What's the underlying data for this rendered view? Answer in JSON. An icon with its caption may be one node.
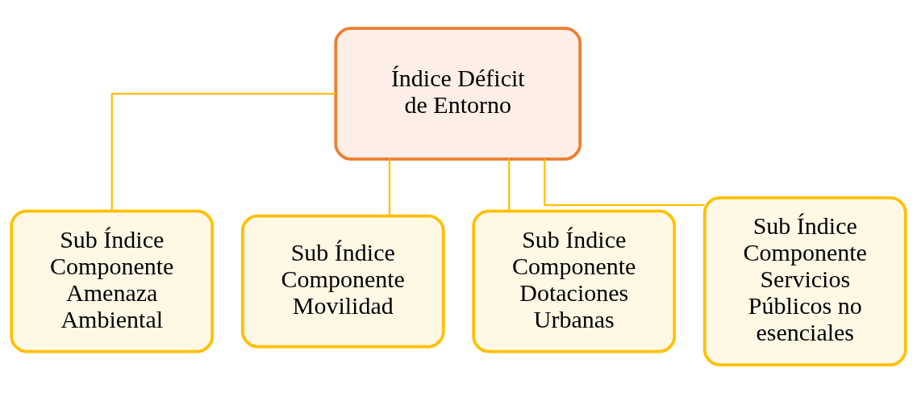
{
  "diagram": {
    "nodes": [
      {
        "text": [
          "Índice Déficit de Entorno"
        ]
      },
      {
        "text": [
          "Sub Índice Componente Amenaza Ambiental"
        ]
      },
      {
        "text": [
          "Sub Índice Componente Movilidad"
        ]
      },
      {
        "text": [
          "Sub Índice Componente Dotaciones Urbanas"
        ]
      },
      {
        "text": [
          "Sub Índice Componente Servicios Públicos no esenciales"
        ]
      }
    ],
    "edges": [
      {
        "from": 0,
        "to": 1,
        "arrow": "none"
      },
      {
        "from": 0,
        "to": 2,
        "arrow": "none"
      },
      {
        "from": 0,
        "to": 3,
        "arrow": "none"
      },
      {
        "from": 0,
        "to": 4,
        "arrow": "none"
      }
    ]
  }
}
